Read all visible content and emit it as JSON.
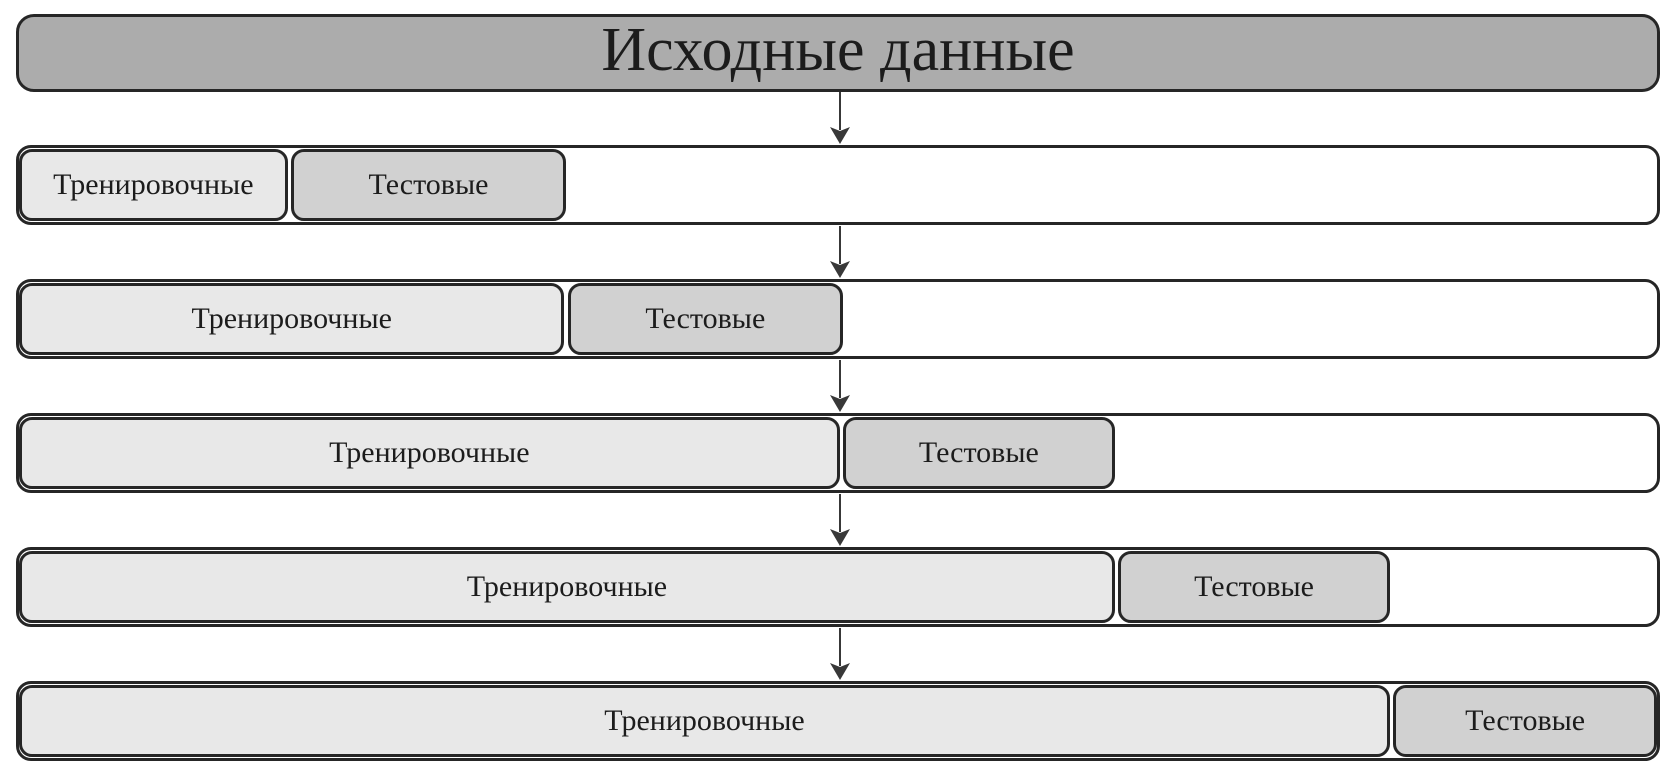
{
  "header": {
    "title": "Исходные данные"
  },
  "diagram": {
    "type": "walk-forward-split",
    "total_units": 6,
    "rows": [
      {
        "train_label": "Тренировочные",
        "test_label": "Тестовые",
        "train_units": 1,
        "test_units": 1,
        "train_pct": 16.4,
        "test_pct": 16.8
      },
      {
        "train_label": "Тренировочные",
        "test_label": "Тестовые",
        "train_units": 2,
        "test_units": 1,
        "train_pct": 33.3,
        "test_pct": 16.8
      },
      {
        "train_label": "Тренировочные",
        "test_label": "Тестовые",
        "train_units": 3,
        "test_units": 1,
        "train_pct": 50.1,
        "test_pct": 16.6
      },
      {
        "train_label": "Тренировочные",
        "test_label": "Тестовые",
        "train_units": 4,
        "test_units": 1,
        "train_pct": 66.9,
        "test_pct": 16.6
      },
      {
        "train_label": "Тренировочные",
        "test_label": "Тестовые",
        "train_units": 5,
        "test_units": 1,
        "train_pct": 83.7,
        "test_pct": 16.1
      }
    ],
    "segment_gap_pct": 0.2,
    "colors": {
      "header_fill": "#acacac",
      "train_fill": "#e8e8e8",
      "test_fill": "#d1d1d1",
      "row_fill": "#ffffff",
      "border": "#262626",
      "arrow": "#383838"
    }
  }
}
